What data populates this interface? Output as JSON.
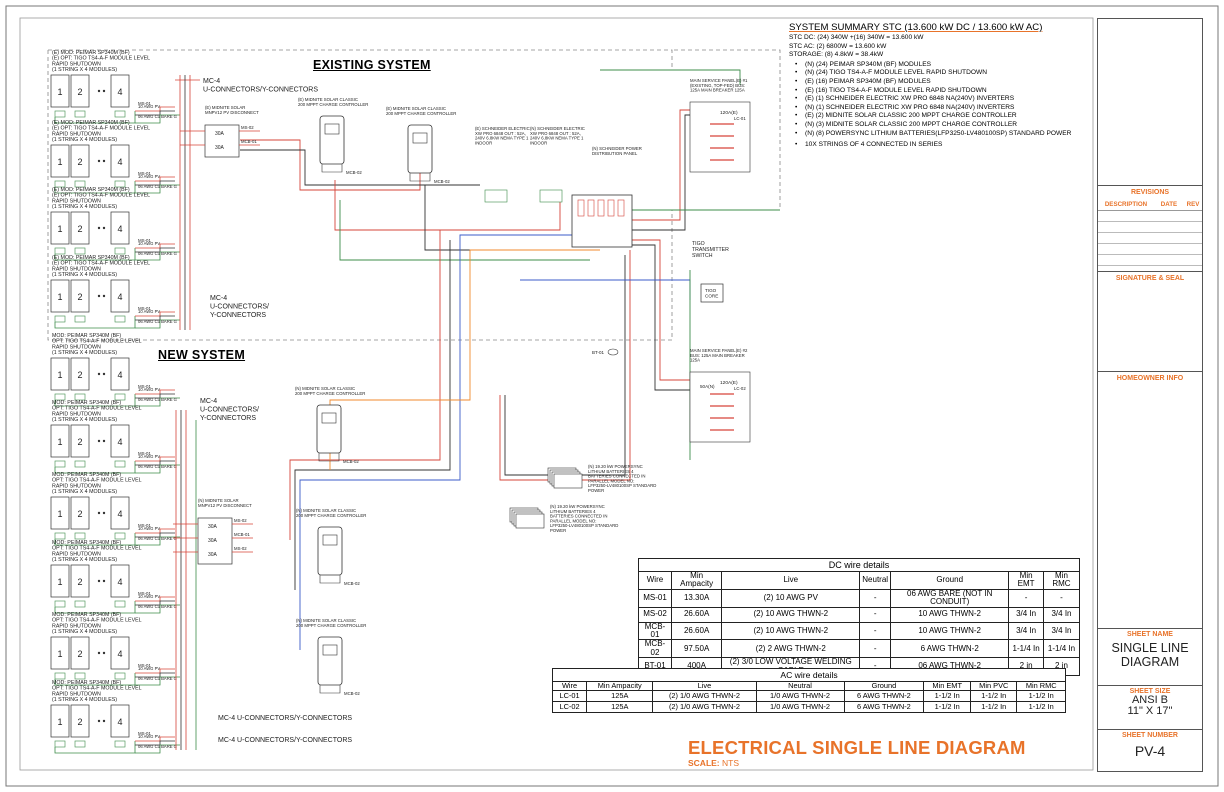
{
  "system_summary": {
    "title": "SYSTEM SUMMARY STC (13.600 kW DC / 13.600  kW AC)",
    "specs": [
      "STC DC: (24) 340W +(16) 340W = 13.600 kW",
      "STC AC: (2) 6800W = 13.600 kW",
      "STORAGE: (8) 4.8kW = 38.4kW"
    ],
    "items": [
      "(N) (24) PEIMAR SP340M (BF) MODULES",
      "(N) (24) TIGO TS4-A-F MODULE LEVEL RAPID SHUTDOWN",
      "(E) (16) PEIMAR SP340M (BF) MODULES",
      "(E) (16) TIGO TS4-A-F MODULE LEVEL RAPID SHUTDOWN",
      "(E) (1) SCHNEIDER ELECTRIC XW PRO 6848 NA(240V) INVERTERS",
      "(N) (1) SCHNEIDER ELECTRIC XW PRO 6848 NA(240V) INVERTERS",
      "(E) (2) MIDNITE SOLAR CLASSIC 200 MPPT CHARGE CONTROLLER",
      "(N) (3) MIDNITE SOLAR CLASSIC 200 MPPT CHARGE CONTROLLER",
      "(N) (8) POWERSYNC LITHIUM BATTERIES(LFP3250-LV480100SP) STANDARD POWER"
    ],
    "strings_note": "10X STRINGS OF 4 CONNECTED IN SERIES"
  },
  "diagram": {
    "existing_label": "EXISTING SYSTEM",
    "new_label": "NEW SYSTEM",
    "module_existing": [
      "(E) MOD: PEIMAR SP340M (BF)",
      "(E) OPT: TIGO TS4-A-F MODULE LEVEL",
      "RAPID SHUTDOWN",
      "(1 STRING X 4 MODULES)"
    ],
    "module_new": [
      "MOD: PEIMAR SP340M (BF)",
      "OPT: TIGO TS4-A-F MODULE LEVEL",
      "RAPID SHUTDOWN",
      "(1 STRING X 4 MODULES)"
    ],
    "module_numbers": [
      "1",
      "2",
      "4"
    ],
    "wire_pv": "10 AWG PV",
    "wire_ground": "06 AWG Cu BARE G",
    "mc4_label": "MC-4",
    "mc4_label_2": "U-CONNECTORS/Y-CONNECTORS",
    "mc4_split_1": "U-CONNECTORS/",
    "mc4_split_2": "Y-CONNECTORS",
    "mc4_bottom": "MC-4 U-CONNECTORS/Y-CONNECTORS",
    "disconnect": "(E) MIDNITE SOLAR MNPV12 PV DISCONNECT",
    "disconnect_new": "(N) MIDNITE SOLAR MNPV12 PV DISCONNECT",
    "breaker_30a": "30A",
    "controller_existing": "(E) MIDNITE SOLAR CLASSIC 200 MPPT CHARGE CONTROLLER",
    "controller_new": "(N) MIDNITE SOLAR CLASSIC 200 MPPT CHARGE CONTROLLER",
    "inverter_e": "(E) SCHNEIDER ELECTRIC XW PRO 6848 OUT : 52A, 240V 6.8KW NEMA TYPE 1 INDOOR",
    "inverter_n": "(N) SCHNEIDER ELECTRIC XW PRO 6848 OUT : 52A, 240V 6.8KW NEMA TYPE 1 INDOOR",
    "dist_panel": "(N) SCHNEIDER POWER DISTRIBUTION PANEL",
    "msp1": "MAIN SERVICE PANEL(E) #1 (EXISTING, TOP-FED) BUS: 125A MAIN BREAKER 125A",
    "msp2": "MAIN SERVICE PANEL(E) #2 BUS: 125A MAIN BREAKER 125A",
    "breaker_120": "120A(E)",
    "breaker_50": "50A(N)",
    "tigo_tx": "TIGO TRANSMITTER SWITCH",
    "tigo_core": "TIGO CORE",
    "battery_1": "(N) 19.20 kW POWERSYNC LITHIUM BATTERIES 4 BATTERIES CONNECTED IN PARALLEL MODEL NO: LFP3250-LV480100SP STANDARD POWER",
    "battery_2": "(N) 19.20 kW POWERSYNC LITHIUM BATTERIES 4 BATTERIES CONNECTED IN PARALLEL MODEL NO: LFP3250-LV480100SP STANDARD POWER",
    "tags": [
      "MS-01",
      "MS-02",
      "MCB-01",
      "MCB-02",
      "BT-01",
      "LC-01",
      "LC-02"
    ]
  },
  "dc_table": {
    "title": "DC wire details",
    "headers": [
      "Wire",
      "Min Ampacity",
      "Live",
      "Neutral",
      "Ground",
      "Min EMT",
      "Min RMC"
    ],
    "rows": [
      [
        "MS-01",
        "13.30A",
        "(2) 10 AWG PV",
        "-",
        "06 AWG BARE (NOT IN CONDUIT)",
        "-",
        "-"
      ],
      [
        "MS-02",
        "26.60A",
        "(2) 10 AWG THWN-2",
        "-",
        "10 AWG THWN-2",
        "3/4 In",
        "3/4 In"
      ],
      [
        "MCB-01",
        "26.60A",
        "(2) 10 AWG THWN-2",
        "-",
        "10 AWG THWN-2",
        "3/4 In",
        "3/4 In"
      ],
      [
        "MCB-02",
        "97.50A",
        "(2) 2 AWG THWN-2",
        "-",
        "6 AWG THWN-2",
        "1-1/4 In",
        "1-1/4 In"
      ],
      [
        "BT-01",
        "400A",
        "(2) 3/0 LOW VOLTAGE WELDING CABLE",
        "-",
        "06 AWG THWN-2",
        "2 in",
        "2 in"
      ]
    ]
  },
  "ac_table": {
    "title": "AC wire details",
    "headers": [
      "Wire",
      "Min Ampacity",
      "Live",
      "Neutral",
      "Ground",
      "Min EMT",
      "Min PVC",
      "Min RMC"
    ],
    "rows": [
      [
        "LC-01",
        "125A",
        "(2) 1/0 AWG THWN-2",
        "1/0 AWG THWN-2",
        "6 AWG THWN-2",
        "1-1/2 In",
        "1-1/2 In",
        "1-1/2 In"
      ],
      [
        "LC-02",
        "125A",
        "(2) 1/0 AWG THWN-2",
        "1/0 AWG THWN-2",
        "6 AWG THWN-2",
        "1-1/2 In",
        "1-1/2 In",
        "1-1/2 In"
      ]
    ]
  },
  "footer": {
    "title": "ELECTRICAL SINGLE LINE DIAGRAM",
    "scale_label": "SCALE:",
    "scale_value": "NTS"
  },
  "title_block": {
    "revisions": "REVISIONS",
    "rev_cols": [
      "DESCRIPTION",
      "DATE",
      "REV"
    ],
    "signature": "SIGNATURE & SEAL",
    "homeowner": "HOMEOWNER INFO",
    "sheet_name_label": "SHEET NAME",
    "sheet_name": "SINGLE LINE DIAGRAM",
    "sheet_size_label": "SHEET SIZE",
    "sheet_size_1": "ANSI B",
    "sheet_size_2": "11\" X 17\"",
    "sheet_number_label": "SHEET NUMBER",
    "sheet_number": "PV-4"
  },
  "colors": {
    "accent": "#e8732a",
    "wire_red": "#d6453a",
    "wire_black": "#333333",
    "wire_green": "#3c8c4a",
    "wire_blue": "#3b5bc9",
    "wire_orange": "#f08a2c"
  }
}
